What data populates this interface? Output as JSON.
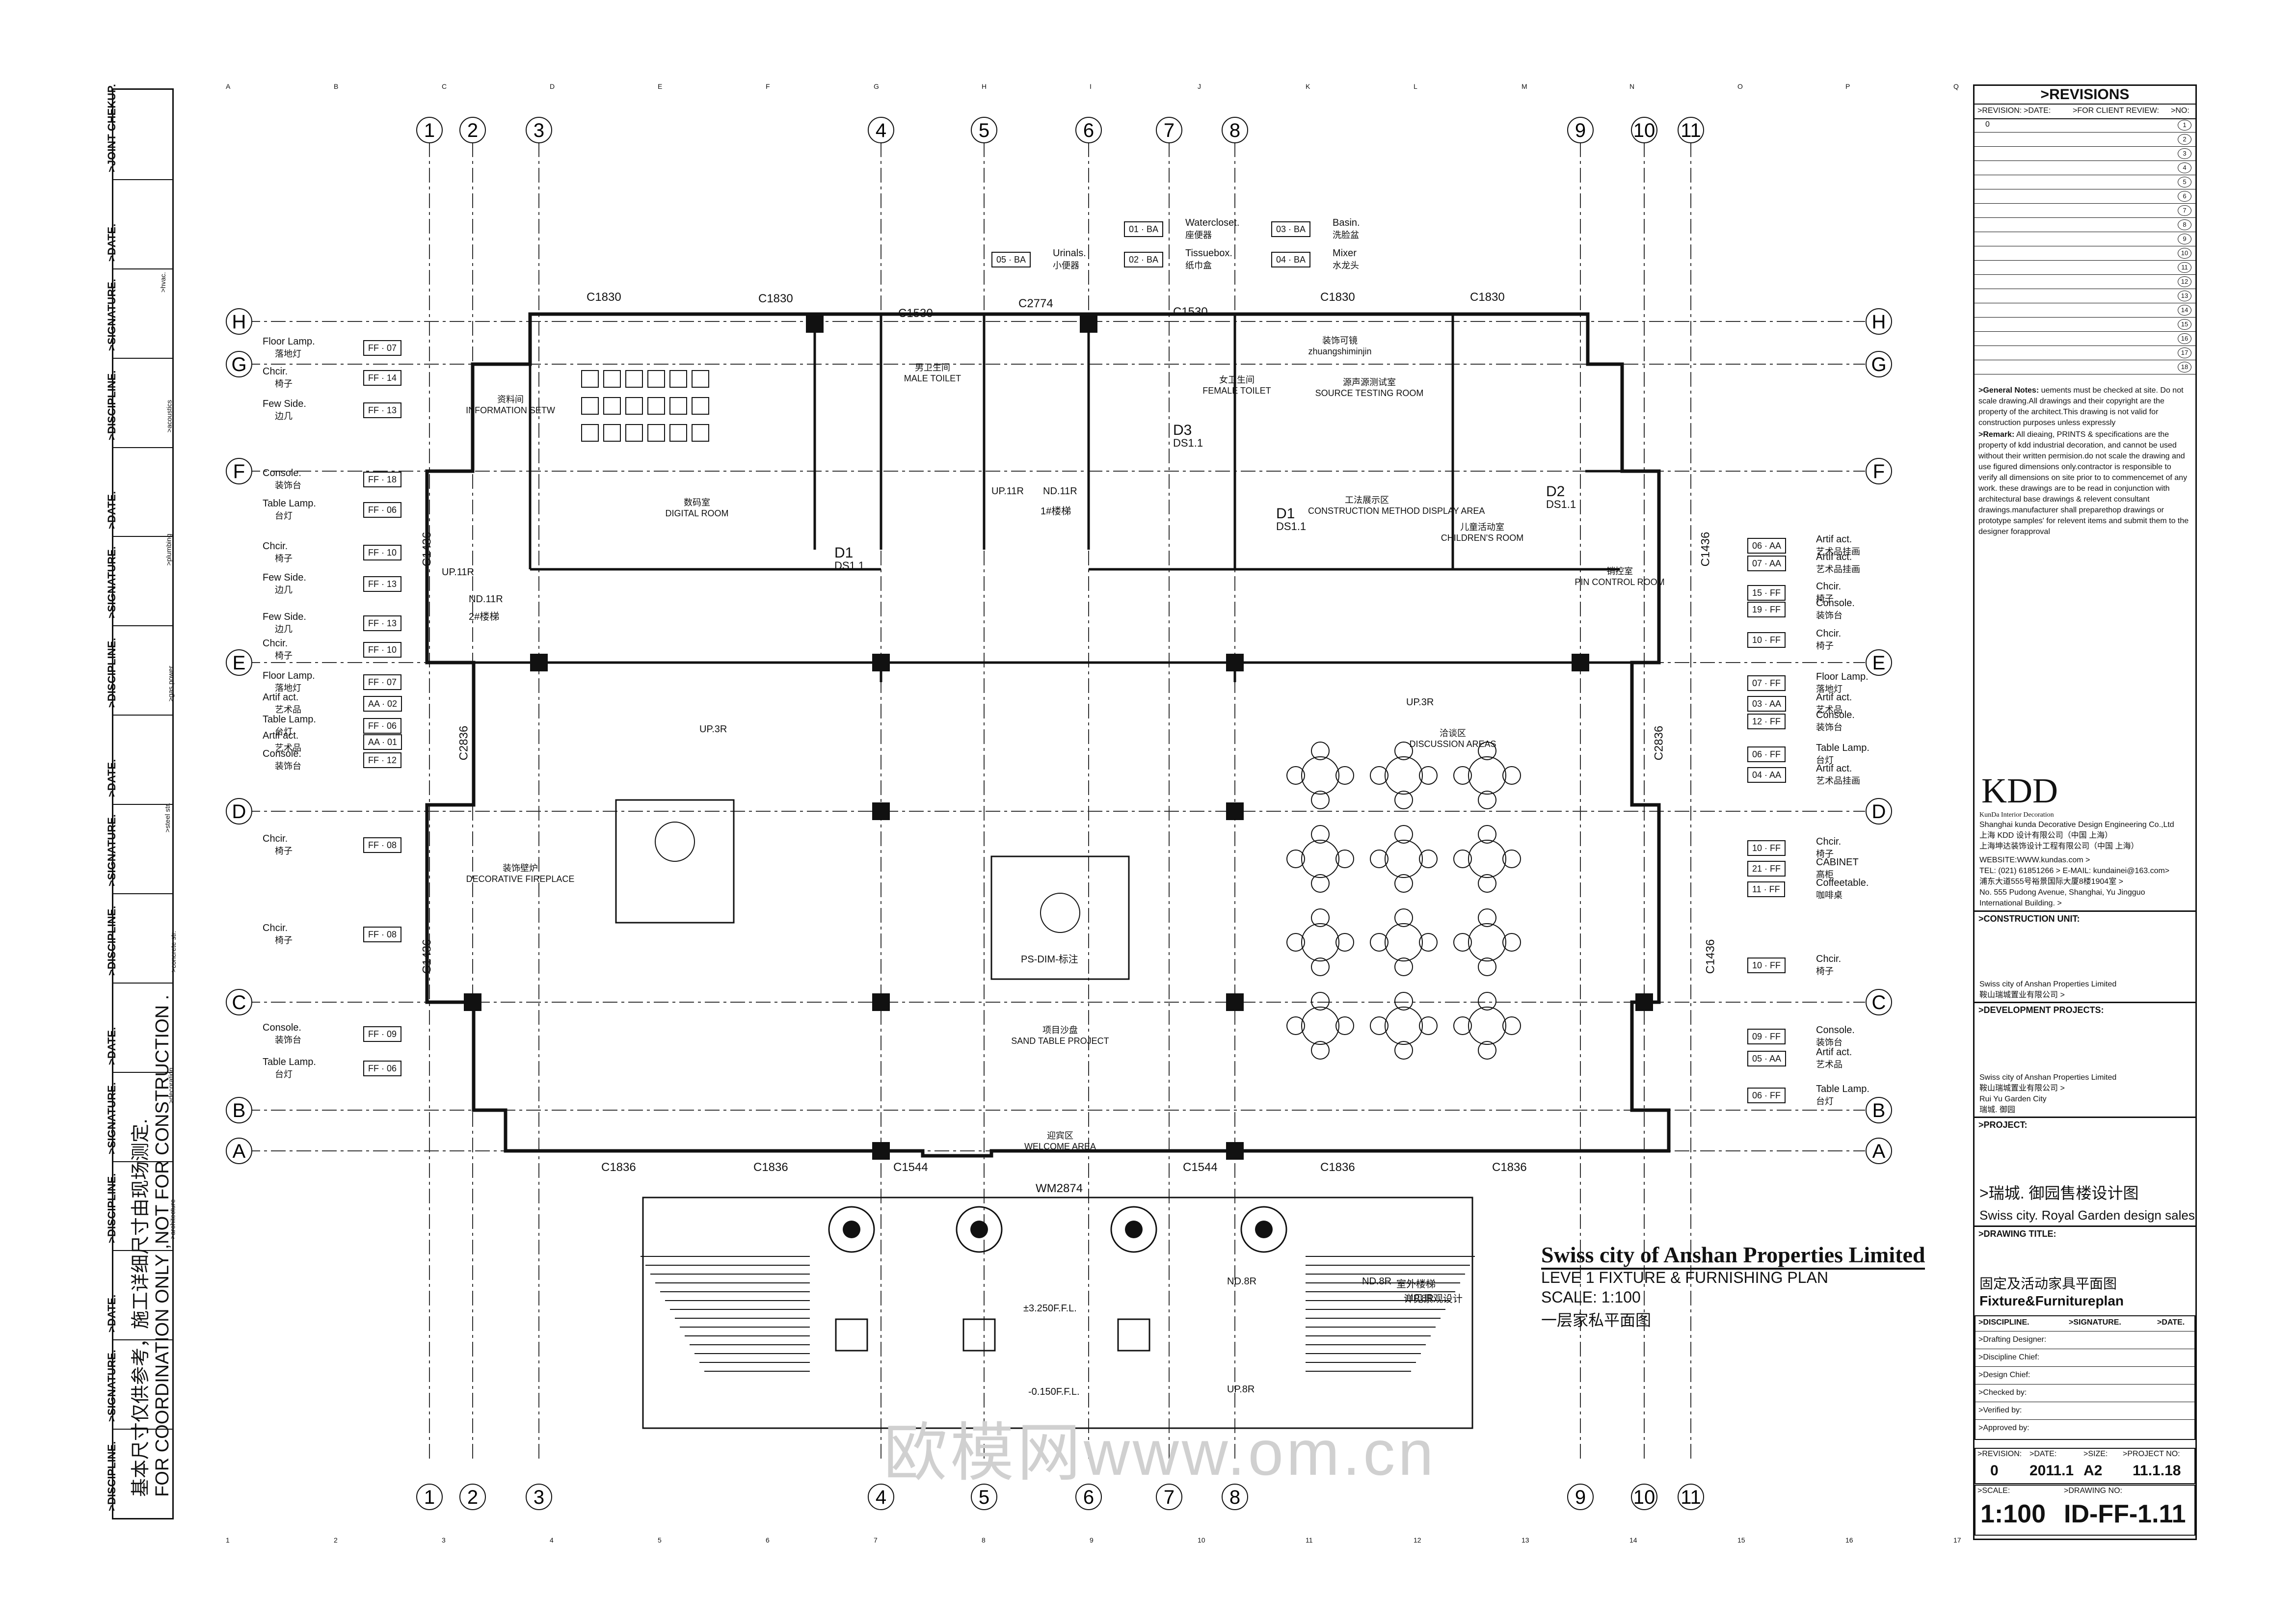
{
  "sidebar": {
    "cells": [
      ">JOINT CHEKUP.",
      ">DATE.",
      ">SIGNATURE.",
      ">DISCIPLINE.",
      ">DATE.",
      ">SIGNATURE.",
      ">DISCIPLINE.",
      ">DATE.",
      ">SIGNATURE.",
      ">DISCIPLINE.",
      ">DATE.",
      ">SIGNATURE.",
      ">DISCIPLINE.",
      ">DATE.",
      ">SIGNATURE.",
      ">DISCIPLINE."
    ],
    "notes": [
      ">hvac.",
      ">acoustics",
      ">plumbing",
      ">gas power",
      ">steel str.",
      ">concrete str.",
      ">decoration",
      ">architecture"
    ],
    "coordination_cn": "基本尺寸仅供参考，施工详细尺寸由现场测定.",
    "coordination_en": "FOR COORDINATION ONLY ,NOT FOR CONSTRUCTION ."
  },
  "grid": {
    "columns": [
      "1",
      "2",
      "3",
      "4",
      "5",
      "6",
      "7",
      "8",
      "9",
      "10",
      "11"
    ],
    "rows": [
      "H",
      "G",
      "F",
      "E",
      "D",
      "C",
      "B",
      "A"
    ],
    "ruler_top": [
      "A",
      "B",
      "C",
      "D",
      "E",
      "F",
      "G",
      "H",
      "I",
      "J",
      "K",
      "L",
      "M",
      "N",
      "O",
      "P",
      "Q"
    ],
    "ruler_bottom": [
      "1",
      "2",
      "3",
      "4",
      "5",
      "6",
      "7",
      "8",
      "9",
      "10",
      "11",
      "12",
      "13",
      "14",
      "15",
      "16",
      "17"
    ]
  },
  "tags": [
    {
      "code": "FF · 07",
      "label": "Floor Lamp.",
      "cn": "落地灯"
    },
    {
      "code": "FF · 14",
      "label": "Chcir.",
      "cn": "椅子"
    },
    {
      "code": "FF · 13",
      "label": "Few Side.",
      "cn": "边几"
    },
    {
      "code": "FF · 18",
      "label": "Console.",
      "cn": "装饰台"
    },
    {
      "code": "FF · 06",
      "label": "Table Lamp.",
      "cn": "台灯"
    },
    {
      "code": "FF · 10",
      "label": "Chcir.",
      "cn": "椅子"
    },
    {
      "code": "FF · 13",
      "label": "Few Side.",
      "cn": "边几"
    },
    {
      "code": "FF · 13",
      "label": "Few Side.",
      "cn": "边几"
    },
    {
      "code": "FF · 10",
      "label": "Chcir.",
      "cn": "椅子"
    },
    {
      "code": "FF · 07",
      "label": "Floor Lamp.",
      "cn": "落地灯"
    },
    {
      "code": "AA · 02",
      "label": "Artif act.",
      "cn": "艺术品"
    },
    {
      "code": "FF · 06",
      "label": "Table Lamp.",
      "cn": "台灯"
    },
    {
      "code": "AA · 01",
      "label": "Artif act.",
      "cn": "艺术品"
    },
    {
      "code": "FF · 12",
      "label": "Console.",
      "cn": "装饰台"
    },
    {
      "code": "FF · 08",
      "label": "Chcir.",
      "cn": "椅子"
    },
    {
      "code": "FF · 08",
      "label": "Chcir.",
      "cn": "椅子"
    },
    {
      "code": "FF · 09",
      "label": "Console.",
      "cn": "装饰台"
    },
    {
      "code": "FF · 06",
      "label": "Table Lamp.",
      "cn": "台灯"
    },
    {
      "code": "06 · AA",
      "label": "Artif act.",
      "cn": "艺术品挂画"
    },
    {
      "code": "07 · AA",
      "label": "Artif act.",
      "cn": "艺术品挂画"
    },
    {
      "code": "15 · FF",
      "label": "Chcir.",
      "cn": "椅子"
    },
    {
      "code": "19 · FF",
      "label": "Console.",
      "cn": "装饰台"
    },
    {
      "code": "10 · FF",
      "label": "Chcir.",
      "cn": "椅子"
    },
    {
      "code": "07 · FF",
      "label": "Floor Lamp.",
      "cn": "落地灯"
    },
    {
      "code": "03 · AA",
      "label": "Artif act.",
      "cn": "艺术品"
    },
    {
      "code": "12 · FF",
      "label": "Console.",
      "cn": "装饰台"
    },
    {
      "code": "06 · FF",
      "label": "Table Lamp.",
      "cn": "台灯"
    },
    {
      "code": "04 · AA",
      "label": "Artif act.",
      "cn": "艺术品挂画"
    },
    {
      "code": "10 · FF",
      "label": "Chcir.",
      "cn": "椅子"
    },
    {
      "code": "21 · FF",
      "label": "CABINET",
      "cn": "高柜"
    },
    {
      "code": "11 · FF",
      "label": "Coffeetable.",
      "cn": "咖啡桌"
    },
    {
      "code": "10 · FF",
      "label": "Chcir.",
      "cn": "椅子"
    },
    {
      "code": "09 · FF",
      "label": "Console.",
      "cn": "装饰台"
    },
    {
      "code": "05 · AA",
      "label": "Artif act.",
      "cn": "艺术品"
    },
    {
      "code": "06 · FF",
      "label": "Table Lamp.",
      "cn": "台灯"
    }
  ],
  "top_tags": [
    {
      "code": "05 · BA",
      "label": "Urinals.",
      "cn": "小便器"
    },
    {
      "code": "01 · BA",
      "label": "Watercloset.",
      "cn": "座便器"
    },
    {
      "code": "02 · BA",
      "label": "Tissuebox.",
      "cn": "纸巾盒"
    },
    {
      "code": "03 · BA",
      "label": "Basin.",
      "cn": "洗脸盆"
    },
    {
      "code": "04 · BA",
      "label": "Mixer",
      "cn": "水龙头"
    }
  ],
  "rooms": [
    {
      "cn": "资料间",
      "en": "INFORMATION SETW"
    },
    {
      "cn": "数码室",
      "en": "DIGITAL ROOM"
    },
    {
      "cn": "男卫生间",
      "en": "MALE TOILET"
    },
    {
      "cn": "女卫生间",
      "en": "FEMALE TOILET"
    },
    {
      "cn": "装饰可镜",
      "en": "zhuangshiminjin"
    },
    {
      "cn": "源声源测试室",
      "en": "SOURCE TESTING ROOM"
    },
    {
      "cn": "工法展示区",
      "en": "CONSTRUCTION METHOD DISPLAY AREA"
    },
    {
      "cn": "儿童活动室",
      "en": "CHILDREN'S ROOM"
    },
    {
      "cn": "销控室",
      "en": "PIN CONTROL ROOM"
    },
    {
      "cn": "装饰壁炉",
      "en": "DECORATIVE FIREPLACE"
    },
    {
      "cn": "洽谈区",
      "en": "DISCUSSION AREAS"
    },
    {
      "cn": "项目沙盘",
      "en": "SAND TABLE PROJECT"
    },
    {
      "cn": "迎宾区",
      "en": "WELCOME AREA"
    }
  ],
  "dims": [
    "C1830",
    "C1830",
    "C1530",
    "C2774",
    "C1530",
    "C1830",
    "C1830",
    "C1436",
    "C2836",
    "C1436",
    "C1436",
    "C2836",
    "C1436",
    "C1836",
    "C1836",
    "C1544",
    "C1544",
    "C1836",
    "C1836",
    "WM2874"
  ],
  "markers": [
    "D1",
    "DS1.1",
    "D1",
    "DS1.1",
    "D2",
    "DS1.1",
    "D3",
    "DS1.1"
  ],
  "stair_notes": [
    "UP.11R",
    "ND.11R",
    "1#楼梯",
    "UP.11R",
    "ND.11R",
    "2#楼梯",
    "UP.3R",
    "UP.3R",
    "ND.8R",
    "UP.8R",
    "ND.8R",
    "UP.8R",
    "室外楼梯",
    "详见景观设计",
    "±3.250F.F.L.",
    "-0.150F.F.L.",
    "PS-DIM-标注"
  ],
  "plan_title": {
    "company": "Swiss city of Anshan Properties Limited",
    "plan": "LEVE 1 FIXTURE & FURNISHING PLAN",
    "scale": "SCALE: 1:100",
    "cn": "一层家私平面图"
  },
  "watermark": "欧模网www.om.cn",
  "titleblock": {
    "revisions_title": ">REVISIONS",
    "rev_cols": [
      ">REVISION:",
      ">DATE:",
      ">FOR CLIENT REVIEW:",
      ">NO:"
    ],
    "rev_value": "0",
    "rev_numbers": [
      "1",
      "2",
      "3",
      "4",
      "5",
      "6",
      "7",
      "8",
      "9",
      "10",
      "11",
      "12",
      "13",
      "14",
      "15",
      "16",
      "17",
      "18"
    ],
    "general_notes_label": ">General Notes:",
    "general_notes": "uements must be checked at site. Do not scale drawing.All drawings and their copyright are the property of the architect.This drawing is not valid for construction purposes unless expressly",
    "remark_label": ">Remark:",
    "remark": "All dieaing, PRINTS & specifications are the property of kdd industrial decoration, and cannot be used without their written permision.do not scale the drawing and use figured dimensions only.contractor is responsible to verify all dimensions on site prior to to commencemet of any work. these drawings are to be read in conjunction with architectural base drawings & relevent consultant drawings.manufacturer shall preparethop drawings or prototype samples' for relevent items and submit them to the designer forapproval",
    "kdd": "KDD",
    "kdd_en": "KunDa Interior Decoration",
    "kdd_company": "Shanghai kunda Decorative Design Engineering Co.,Ltd",
    "kdd_cn1": "上海  KDD 设计有限公司（中国  上海）",
    "kdd_cn2": "上海坤达装饰设计工程有限公司（中国  上海）",
    "website": "WEBSITE:WWW.kundas.com >",
    "tel": "TEL: (021) 61851266 >    E-MAIL: kundainei@163.com>",
    "addr_cn": "浦东大道555号裕景国际大厦8楼1904室 >",
    "addr_en1": "No. 555 Pudong Avenue, Shanghai, Yu Jingguo",
    "addr_en2": "International Building. >",
    "construction_unit": ">CONSTRUCTION UNIT:",
    "dev_name_en": "Swiss city of Anshan Properties Limited",
    "dev_name_cn": "鞍山瑞城置业有限公司 >",
    "dev_label": ">DEVELOPMENT PROJECTS:",
    "proj_en": "Swiss city of Anshan Properties Limited",
    "proj_cn": "鞍山瑞城置业有限公司 >",
    "proj_line": "Rui Yu Garden City",
    "proj_line_cn": "瑞城. 御园",
    "project_label": ">PROJECT:",
    "project_cn": ">瑞城. 御园售楼设计图",
    "project_en": "Swiss city. Royal Garden design sales",
    "drawing_title_label": ">DRAWING TITLE:",
    "drawing_title_cn": "固定及活动家具平面图",
    "drawing_title_en": "Fixture&Furnitureplan",
    "sig_cols": [
      ">DISCIPLINE.",
      ">SIGNATURE.",
      ">DATE."
    ],
    "sig_rows": [
      ">Drafting Designer:",
      ">Discipline Chief:",
      ">Design Chief:",
      ">Checked by:",
      ">Verified by:",
      ">Approved by:"
    ],
    "meta_cols": [
      ">REVISION:",
      ">DATE:",
      ">SIZE:",
      ">PROJECT NO:"
    ],
    "meta_vals": [
      "0",
      "2011.1",
      "A2",
      "11.1.18"
    ],
    "scale_label": ">SCALE:",
    "scale": "1:100",
    "drawing_no_label": ">DRAWING NO:",
    "drawing_no": "ID-FF-1.11"
  }
}
